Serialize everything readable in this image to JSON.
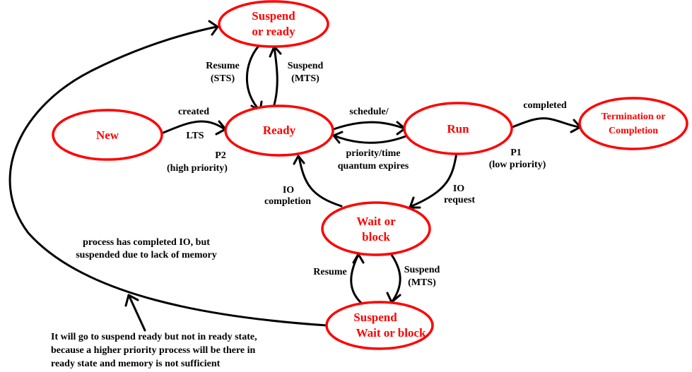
{
  "diagram": {
    "title": "Process State Transition Diagram",
    "colors": {
      "state": "#ff0000",
      "edge": "#000000",
      "background": "#ffffff"
    },
    "states": {
      "suspend_ready": {
        "line1": "Suspend",
        "line2": "or ready"
      },
      "new": {
        "line1": "New"
      },
      "ready": {
        "line1": "Ready"
      },
      "run": {
        "line1": "Run"
      },
      "termination": {
        "line1": "Termination or",
        "line2": "Completion"
      },
      "wait_block": {
        "line1": "Wait or",
        "line2": "block"
      },
      "suspend_wait": {
        "line1": "Suspend",
        "line2": "Wait or block"
      }
    },
    "edges": {
      "resume_sts": {
        "line1": "Resume",
        "line2": "(STS)"
      },
      "suspend_mts_top": {
        "line1": "Suspend",
        "line2": "(MTS)"
      },
      "created": {
        "above": "created",
        "below": "LTS"
      },
      "p2": {
        "line1": "P2",
        "line2": "(high priority)"
      },
      "schedule": {
        "line1": "schedule/"
      },
      "preempt": {
        "line1": "priority/time",
        "line2": "quantum  expires"
      },
      "completed": {
        "line1": "completed"
      },
      "p1": {
        "line1": "P1",
        "line2": "(low priority)"
      },
      "io_completion": {
        "line1": "IO",
        "line2": "completion"
      },
      "io_request": {
        "line1": "IO",
        "line2": "request"
      },
      "resume_bottom": {
        "line1": "Resume"
      },
      "suspend_mts_bottom": {
        "line1": "Suspend",
        "line2": "(MTS)"
      }
    },
    "notes": {
      "io_note": {
        "line1": "process has completed IO, but",
        "line2": "suspended due to lack of memory"
      },
      "bottom_note": {
        "line1": "It will go to suspend ready but not in ready state,",
        "line2": "because a higher priority process will be there in",
        "line3": "ready state and memory is not sufficient"
      }
    }
  }
}
